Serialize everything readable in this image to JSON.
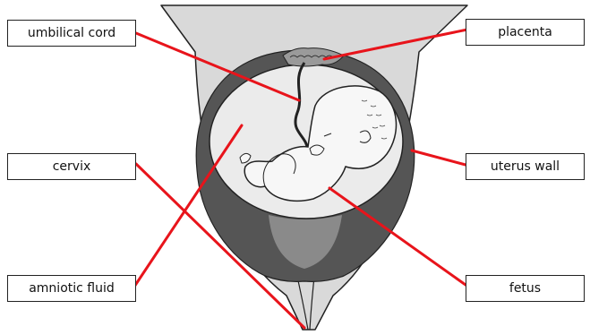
{
  "labels": {
    "umbilical_cord": "umbilical cord",
    "placenta": "placenta",
    "cervix": "cervix",
    "uterus_wall": "uterus wall",
    "amniotic_fluid": "amniotic fluid",
    "fetus": "fetus"
  },
  "colors": {
    "leader_line": "#e8141b",
    "uterus_tissue": "#d9d9d9",
    "uterus_lining": "#555555",
    "amniotic_sac": "#ebebeb",
    "fetus_skin": "#f7f7f7",
    "outline": "#222222"
  }
}
